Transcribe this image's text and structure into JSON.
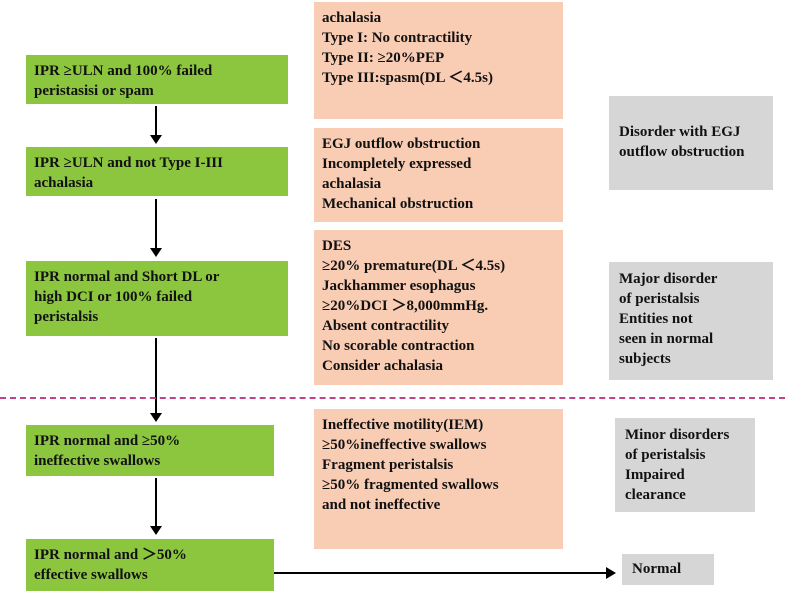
{
  "criteria": [
    {
      "lines": [
        "IPR ≥ULN  and 100% failed",
        "peristasisi  or spam"
      ]
    },
    {
      "lines": [
        "IPR ≥ULN  and not Type I-III",
        "achalasia"
      ]
    },
    {
      "lines": [
        "IPR normal  and Short DL or",
        "high DCI or 100% failed",
        "peristalsis"
      ]
    },
    {
      "lines": [
        "IPR normal and ≥50%",
        "ineffective swallows"
      ]
    },
    {
      "lines": [
        "IPR normal and ＞50%",
        "effective swallows"
      ]
    }
  ],
  "diagnoses": [
    {
      "lines": [
        "achalasia",
        "Type I: No contractility",
        "Type II: ≥20%PEP",
        "Type III:spasm(DL ＜4.5s)"
      ]
    },
    {
      "lines": [
        "EGJ outflow obstruction",
        "Incompletely expressed",
        "achalasia",
        "Mechanical obstruction"
      ]
    },
    {
      "lines": [
        "DES",
        "≥20% premature(DL ＜4.5s)",
        "Jackhammer  esophagus",
        "≥20%DCI ＞8,000mmHg.",
        "Absent contractility",
        "No scorable contraction",
        "Consider achalasia"
      ]
    },
    {
      "lines": [
        "Ineffective motility(IEM)",
        "≥50%ineffective swallows",
        "Fragment peristalsis",
        "≥50% fragmented swallows",
        "and  not  ineffective"
      ]
    }
  ],
  "categories": [
    {
      "lines": [
        "Disorder with EGJ",
        "outflow obstruction"
      ]
    },
    {
      "lines": [
        "Major disorder",
        "of peristalsis",
        "Entities not",
        "seen in normal",
        "subjects"
      ]
    },
    {
      "lines": [
        "Minor disorders",
        "of peristalsis",
        "Impaired",
        "clearance"
      ]
    },
    {
      "lines": [
        "Normal"
      ]
    }
  ],
  "colors": {
    "criteria": "#8cc63f",
    "diagnoses": "#f9ccb4",
    "categories": "#d6d6d6",
    "divider": "#c4408a"
  }
}
